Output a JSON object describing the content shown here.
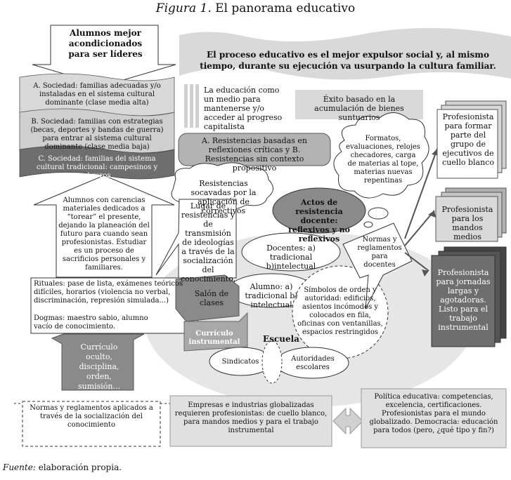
{
  "figure_title": "Figura 1. El panorama educativo",
  "figure_title_prefix": "Figura 1.",
  "figure_title_text": "El panorama educativo",
  "alumnos_mejor": "Alumnos mejor acondicionados para ser líderes",
  "banner_text": "El proceso educativo es el mejor expulsor social y, al mismo tiempo, durante su ejecución va usurpando la cultura familiar.",
  "sociedad_a": "A. Sociedad: familias adecuadas y/o instaladas en el sistema cultural dominante (clase media alta)",
  "sociedad_b": "B. Sociedad: familias con estrategias (becas, deportes y bandas de guerra) para entrar al sistema cultural dominante (clase media baja)",
  "sociedad_c": "C. Sociedad: familias del sistema cultural tradicional: campesinos y obreros",
  "educacion_medio": "La educación como un medio para mantenerse y/o acceder al progreso capitalista",
  "exito": "Éxito basado en la acumulación de bienes suntuarios",
  "resistencias_ab": "A. Resistencias basadas en reflexiones críticas y B. Resistencias sin contexto propositivo",
  "formatos": "Formatos, evaluaciones, relojes checadores, carga de materias al tope, materias nuevas repentinas",
  "prof_blanco": "Profesionista para formar parte del grupo de ejecutivos de cuello blanco",
  "prof_mandos": "Profesionista para los mandos medios",
  "prof_jornadas": "Profesionista para jornadas largas y agotadoras. Listo para el trabajo instrumental",
  "resistencias_socavadas": "Resistencias socavadas por la aplicación de correctivos",
  "actos_resistencia": "Actos de resistencia docente: reflexivos y no reflexivos",
  "alumnos_carencias": "Alumnos con carencias materiales dedicados a “torear” el presente, dejando la planeación del futuro para cuando sean profesionistas. Estudiar es un proceso de sacrificios personales y familiares.",
  "lugar_resistencias": "Lugar de resistencias y de transmisión de ideologías a través de la socialización del conocimiento.",
  "docentes": "Docentes: a) tradicional b)intelectual",
  "normas_docentes": "Normas y reglamentos para docentes",
  "rituales": "Rituales: pase de lista, exámenes teóricos difíciles, horarios (violencia no verbal, discriminación, represión simulada...)",
  "dogmas": "Dogmas: maestro sabio, alumno vacío de conocimiento.",
  "alumno": "Alumno: a) tradicional b) intelectual",
  "salon": "Salón de clases",
  "simbolos": "Símbolos de orden y autoridad: edificios, asientos incómodos y colocados en fila, oficinas con ventanillas, espacios restringidos",
  "curriculo_instrumental": "Currículo instrumental",
  "escuela": "Escuela",
  "curriculo_oculto": "Currículo oculto, disciplina, orden, sumisión...",
  "sindicatos": "Sindicatos",
  "autoridades": "Autoridades escolares",
  "normas_socializacion": "Normas y reglamentos aplicados a través de la socialización del conocimiento",
  "empresas": "Empresas e industrias globalizadas requieren profesionistas: de cuello blanco, para mandos medios y para el trabajo instrumental",
  "politica": "Política educativa: competencias, excelencia, certificaciones. Profesionistas para el mundo globalizado. Democracia: educación para todos (pero, ¿qué tipo y fin?)",
  "fuente_label": "Fuente:",
  "fuente_text": "elaboración propia.",
  "colors": {
    "light_gray": "#d9d9d9",
    "mid_gray": "#b3b3b3",
    "dark_gray": "#6e6e6e",
    "darker": "#555555"
  }
}
